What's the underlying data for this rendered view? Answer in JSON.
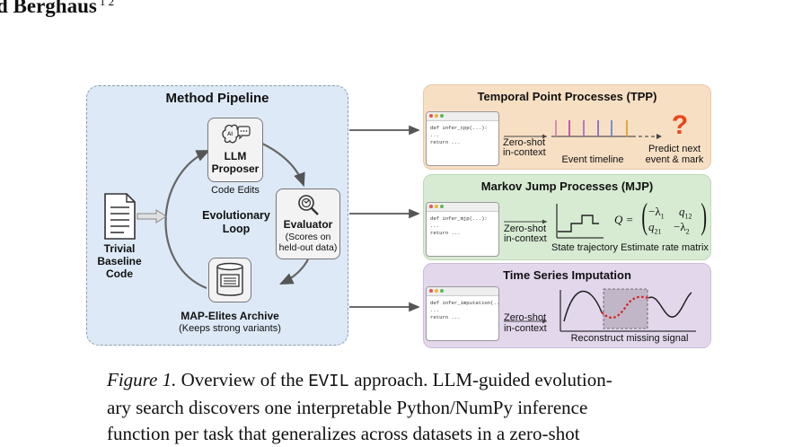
{
  "header": {
    "author_fragment": "d Berghaus",
    "author_sup": "1 2"
  },
  "pipeline": {
    "title": "Method Pipeline",
    "proposer": {
      "title_line1": "LLM",
      "title_line2": "Proposer",
      "sub": "Code Edits",
      "icon_text": "AI"
    },
    "evaluator": {
      "title": "Evaluator",
      "sub_line1": "(Scores on",
      "sub_line2": "held-out data)"
    },
    "archive": {
      "title": "MAP-Elites Archive",
      "sub": "(Keeps strong variants)"
    },
    "loop": {
      "line1": "Evolutionary",
      "line2": "Loop"
    },
    "baseline": {
      "line1": "Trivial",
      "line2": "Baseline",
      "line3": "Code"
    }
  },
  "tasks": {
    "tpp": {
      "title": "Temporal Point Processes (TPP)",
      "code": [
        "def infer_tpp(...):",
        "  ...",
        "  return ..."
      ],
      "zero_line1": "Zero-shot",
      "zero_line2": "in-context",
      "timeline_label": "Event timeline",
      "predict_line1": "Predict next",
      "predict_line2": "event & mark",
      "question_mark": "?"
    },
    "mjp": {
      "title": "Markov Jump Processes (MJP)",
      "code": [
        "def infer_mjp(...):",
        "  ...",
        "  return ..."
      ],
      "zero_line1": "Zero-shot",
      "zero_line2": "in-context",
      "traj_label": "State trajectory",
      "rate_label": "Estimate rate matrix",
      "q_label": "Q =",
      "matrix": {
        "a": "−λ",
        "a_sub": "1",
        "b": "q",
        "b_sub": "12",
        "c": "q",
        "c_sub": "21",
        "d": "−λ",
        "d_sub": "2"
      }
    },
    "ts": {
      "title": "Time Series Imputation",
      "code": [
        "def infer_imputation(...):",
        "  ...",
        "  return ..."
      ],
      "zero_line1": "Zero-shot",
      "zero_line2": "in-context",
      "recon_label": "Reconstruct missing signal"
    }
  },
  "caption": {
    "label": "Figure 1.",
    "line1_a": " Overview of the ",
    "method": "EVIL",
    "line1_b": " approach. LLM-guided evolution-",
    "line2": "ary search discovers one interpretable Python/NumPy inference",
    "line3": "function per task that generalizes across datasets in a zero-shot"
  },
  "colors": {
    "pipeline_bg": "#dde9f6",
    "tpp_bg": "#f7dfc4",
    "mjp_bg": "#d7ebd3",
    "ts_bg": "#e3d7ec",
    "question": "#e8471b",
    "imputed": "#d81e1e",
    "event_marks": [
      "#d98bb7",
      "#c55aa8",
      "#b07cc6",
      "#8f78c9",
      "#7a8fcf",
      "#e0a640"
    ]
  },
  "icons": [
    "brain-ai-icon",
    "magnifier-icon",
    "archive-tray-icon",
    "document-icon"
  ]
}
